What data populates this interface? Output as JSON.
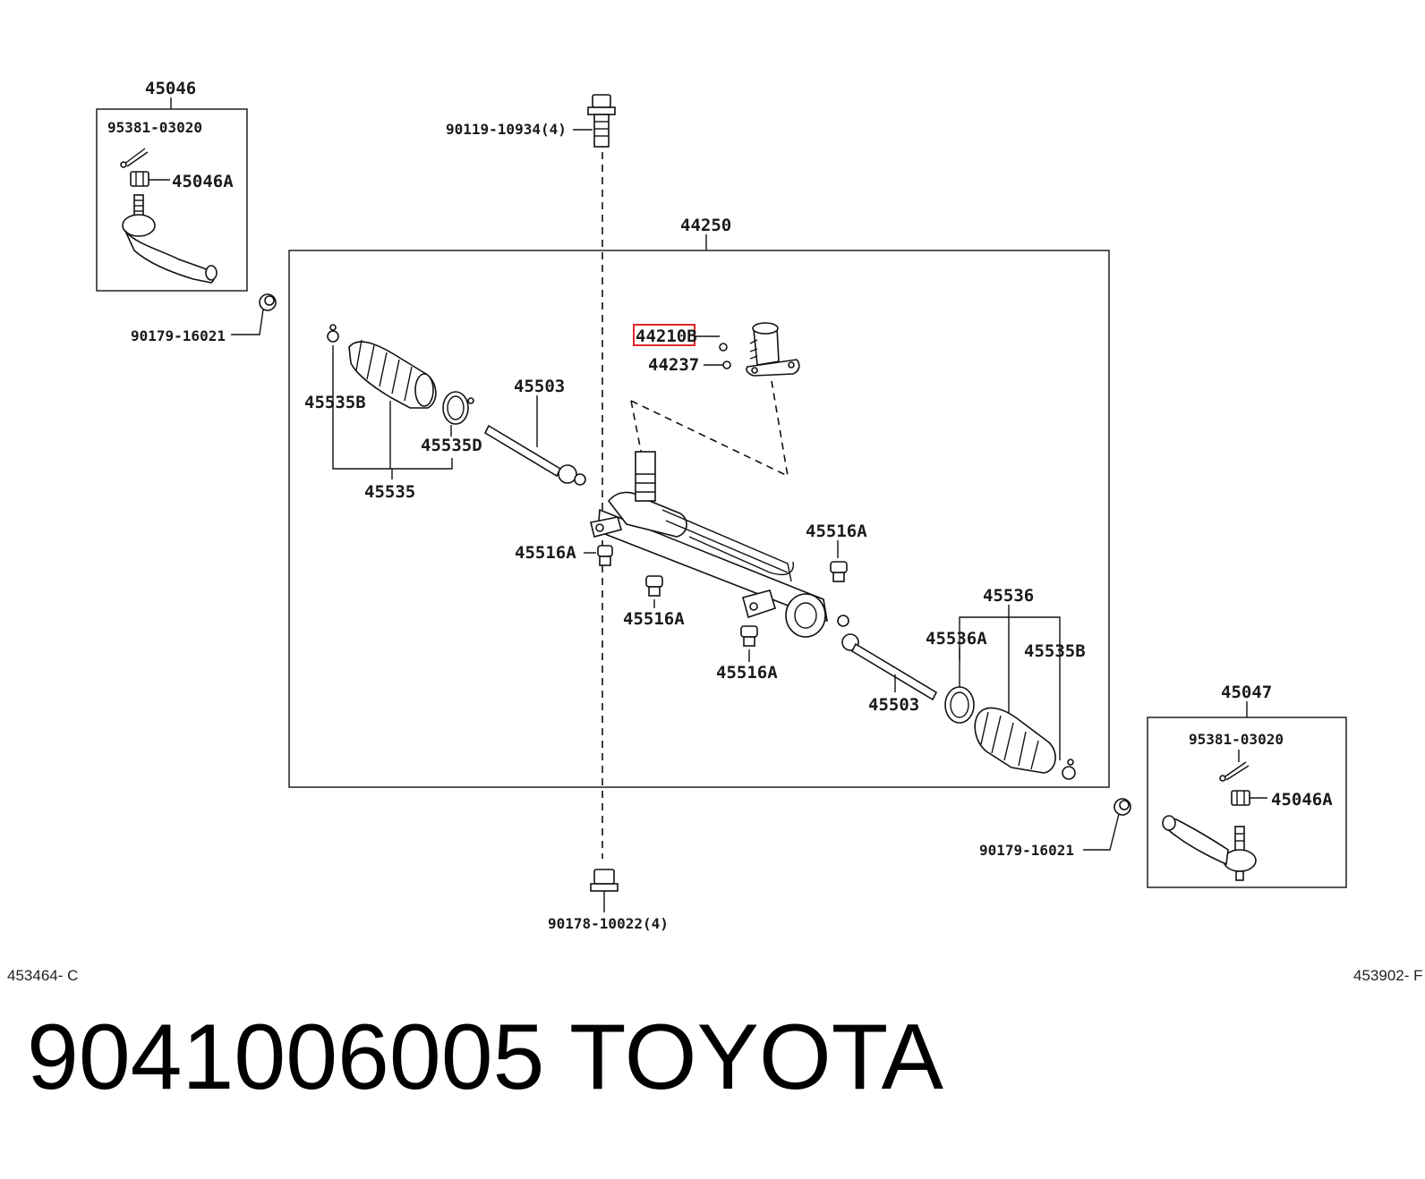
{
  "labels": {
    "tie_rod_end_left": "45046",
    "tie_rod_end_right": "45047",
    "cotter_pin_left": "95381-03020",
    "cotter_pin_right": "95381-03020",
    "nut_left": "45046A",
    "nut_right": "45046A",
    "bolt": "90119-10934(4)",
    "gear_assembly": "44250",
    "nut_upper_left": "90179-16021",
    "nut_lower_right": "90179-16021",
    "nut_bottom": "90178-10022(4)",
    "housing_sub": "44210B",
    "gasket": "44237",
    "boot_clamp_left": "45535B",
    "boot_clamp_right": "45535B",
    "boot_clip_left": "45535D",
    "boot_left": "45535",
    "boot_right": "45536",
    "boot_clip_right": "45536A",
    "rack_end_upper": "45503",
    "rack_end_lower": "45503",
    "grommet_1": "45516A",
    "grommet_2": "45516A",
    "grommet_3": "45516A",
    "grommet_4": "45516A",
    "ref_left": "453464- C",
    "ref_right": "453902- F"
  },
  "footer": {
    "part_number": "9041006005",
    "brand": "TOYOTA"
  },
  "colors": {
    "highlight": "#e0262b",
    "ink": "#111111"
  }
}
